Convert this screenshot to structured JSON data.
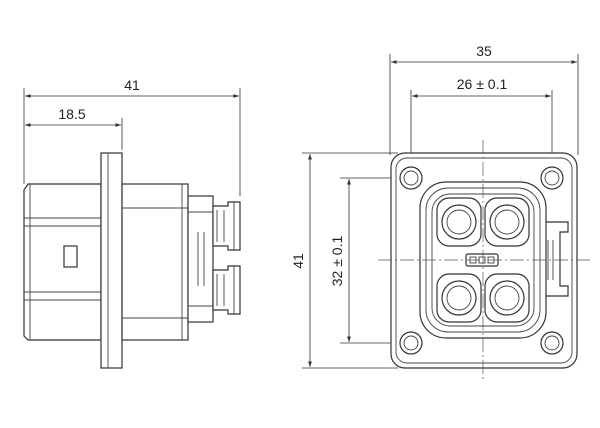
{
  "side_view": {
    "overall_width": "41",
    "flange_offset": "18.5"
  },
  "front_view": {
    "overall_width": "35",
    "hole_spacing_horizontal": "26 ± 0.1",
    "overall_height": "41",
    "hole_spacing_vertical": "32 ± 0.1"
  }
}
